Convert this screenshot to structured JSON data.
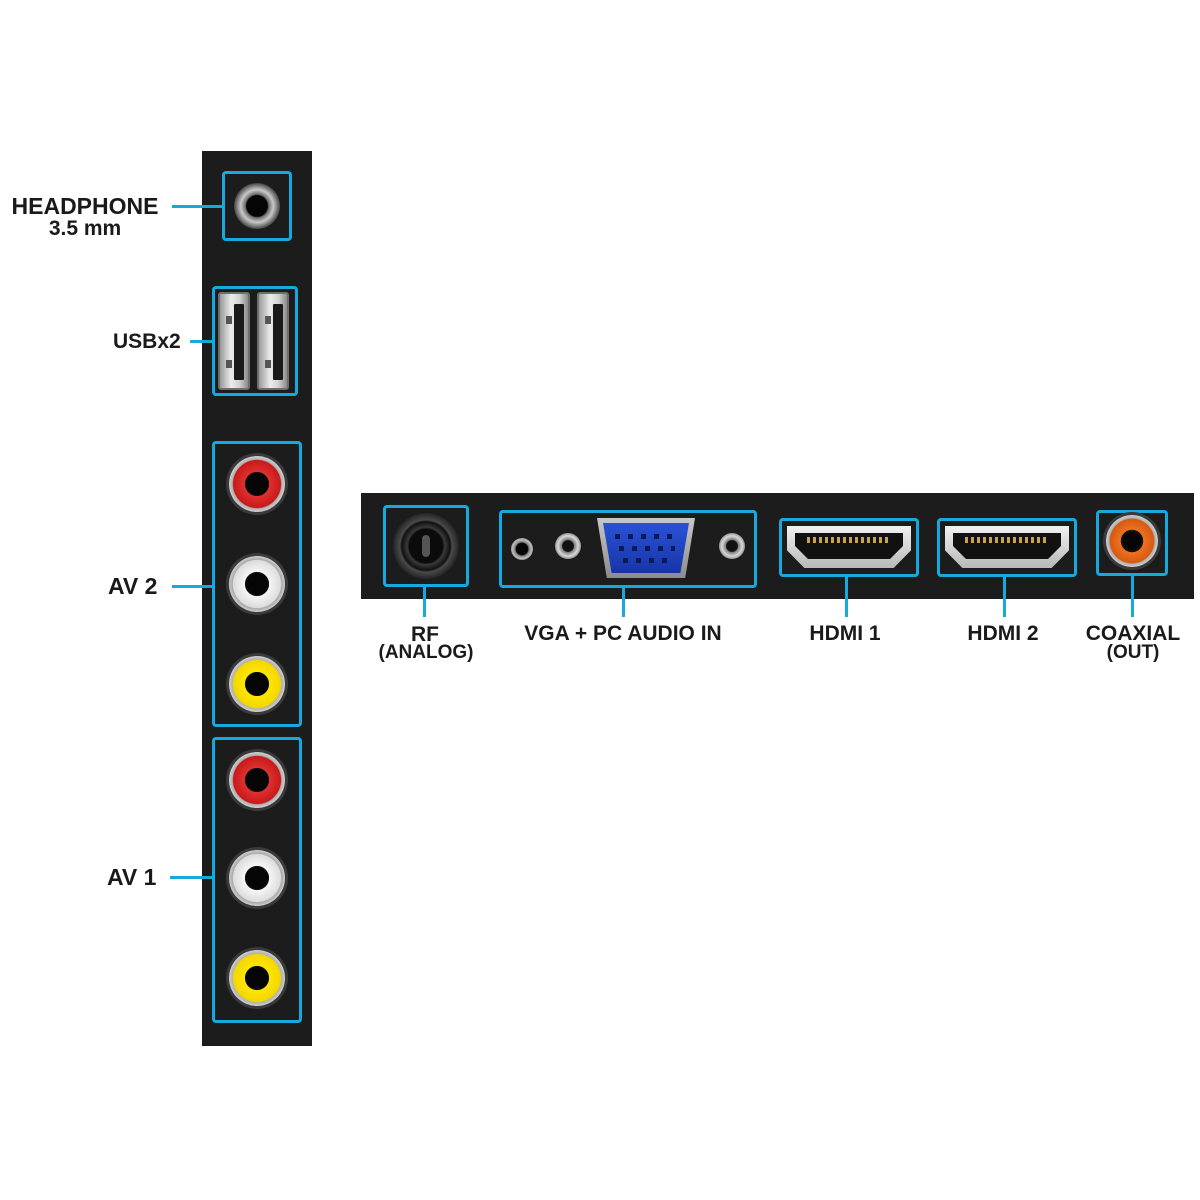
{
  "side_panel": {
    "headphone": {
      "label": "HEADPHONE",
      "sublabel": "3.5 mm"
    },
    "usb": {
      "label": "USBx2"
    },
    "av2": {
      "label": "AV 2"
    },
    "av1": {
      "label": "AV 1"
    }
  },
  "bottom_panel": {
    "rf": {
      "label": "RF",
      "sublabel": "(ANALOG)"
    },
    "vga": {
      "label": "VGA + PC AUDIO IN"
    },
    "hdmi1": {
      "label": "HDMI 1"
    },
    "hdmi2": {
      "label": "HDMI 2"
    },
    "coaxial": {
      "label": "COAXIAL",
      "sublabel": "(OUT)"
    }
  },
  "colors": {
    "panel": "#1c1c1c",
    "highlight": "#16a9dd",
    "rca_red": "#e03030",
    "rca_white": "#f6f6f6",
    "rca_yellow": "#ffe600",
    "coaxial_orange": "#f07020",
    "vga_blue": "#2a52d6"
  },
  "icons": [
    "headphone-jack-icon",
    "usb-port-icon",
    "rca-jack-icon",
    "rf-connector-icon",
    "vga-port-icon",
    "hdmi-port-icon",
    "coaxial-jack-icon"
  ]
}
